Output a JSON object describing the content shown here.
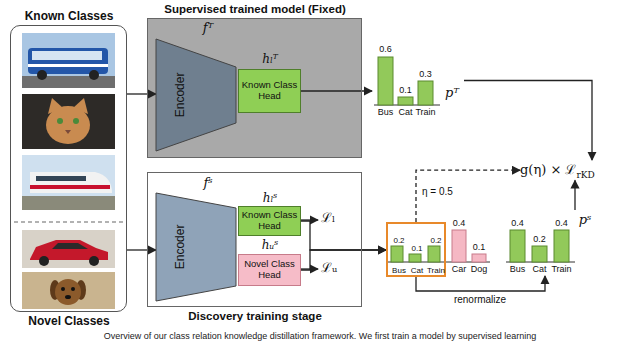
{
  "diagram": {
    "caption": "Overview of our class relation knowledge distillation framework. We first train a model by supervised learning",
    "nodes": [
      {
        "text": [
          "Known Classes",
          "Novel Classes"
        ]
      },
      {
        "text": [
          "Supervised trained model (Fixed)"
        ]
      },
      {
        "text": [
          "fᵀ",
          "Encoder"
        ],
        "in": 1
      },
      {
        "text": [
          "hₗᵀ",
          "Known Class Head"
        ],
        "in": 1
      },
      {
        "text": [
          "pᵀ"
        ]
      },
      {
        "text": [
          "Discovery training stage"
        ]
      },
      {
        "text": [
          "fˢ",
          "Encoder"
        ],
        "in": 5
      },
      {
        "text": [
          "hₗˢ",
          "Known Class Head"
        ],
        "in": 5
      },
      {
        "text": [
          "hᵤˢ",
          "Novel Class Head"
        ],
        "in": 5
      },
      {
        "text": [
          "0.2",
          "0.1",
          "0.2",
          "Bus",
          "Cat",
          "Train"
        ]
      },
      {
        "text": [
          "pˢ"
        ]
      },
      {
        "text": [
          "g(η) × ℒ",
          "rKD"
        ]
      }
    ],
    "edges": [
      {
        "from": 0,
        "to": 2,
        "arrow": "to"
      },
      {
        "from": 0,
        "to": 6,
        "arrow": "to"
      },
      {
        "from": 3,
        "to": 4,
        "arrow": "to"
      },
      {
        "from": 4,
        "to": 11,
        "arrow": "to"
      },
      {
        "from": 7,
        "to": 9,
        "arrow": "to"
      },
      {
        "from": 8,
        "to": 9,
        "arrow": "to"
      },
      {
        "from": 9,
        "to": 10,
        "label": "renormalize",
        "arrow": "to"
      },
      {
        "from": 9,
        "to": 11,
        "label": "η = 0.5",
        "arrow": "to"
      },
      {
        "from": 10,
        "to": 11,
        "arrow": "to"
      }
    ],
    "labels": [
      "0.6",
      "0.1",
      "0.3",
      "Bus",
      "Cat",
      "Train",
      "ℒₗ",
      "ℒᵤ",
      "0.4",
      "0.1",
      "Car",
      "Dog",
      "0.4",
      "0.2",
      "0.4",
      "Bus",
      "Cat",
      "Train"
    ]
  }
}
